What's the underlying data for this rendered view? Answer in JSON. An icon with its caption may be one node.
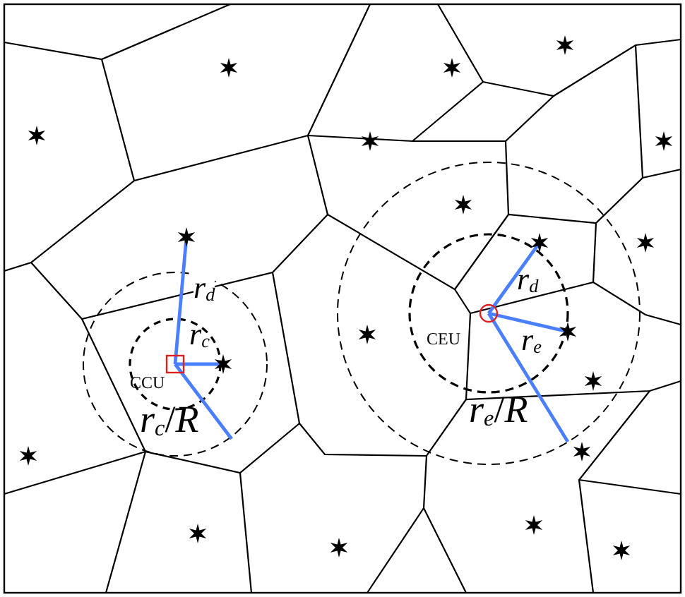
{
  "diagram": {
    "labels": [
      "*r*$_{d}$",
      "*r*$_{c}$",
      "CCU",
      "*r*$_{c}$/*R*",
      "*r*$_{d}$",
      "CEU",
      "*r*$_{e}$",
      "*r*$_{e}$/*R*"
    ]
  }
}
